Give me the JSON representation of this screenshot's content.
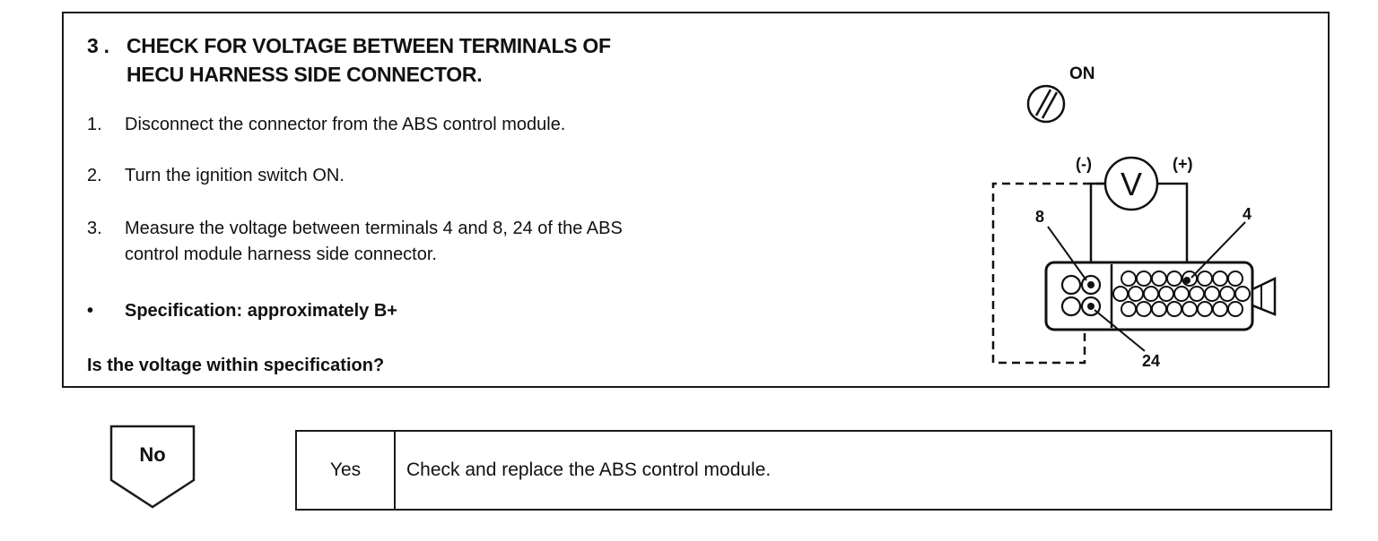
{
  "step": {
    "number": "3 .",
    "title_line1": "CHECK FOR VOLTAGE BETWEEN TERMINALS OF",
    "title_line2": "HECU HARNESS SIDE CONNECTOR."
  },
  "instructions": [
    {
      "marker": "1.",
      "text": "Disconnect the connector from the ABS control module."
    },
    {
      "marker": "2.",
      "text": "Turn the ignition switch ON."
    },
    {
      "marker": "3.",
      "text": "Measure the voltage between terminals 4 and 8, 24 of the ABS",
      "text2": "control module harness side connector."
    }
  ],
  "specification": {
    "marker": "•",
    "text": "Specification: approximately B+"
  },
  "question": "Is the voltage within specification?",
  "diagram": {
    "ignition_label": "ON",
    "meter_symbol": "V",
    "negative_label": "(-)",
    "positive_label": "(+)",
    "terminal_8": "8",
    "terminal_4": "4",
    "terminal_24": "24"
  },
  "result": {
    "no_label": "No",
    "yes_label": "Yes",
    "yes_action": "Check and replace the ABS control module."
  }
}
